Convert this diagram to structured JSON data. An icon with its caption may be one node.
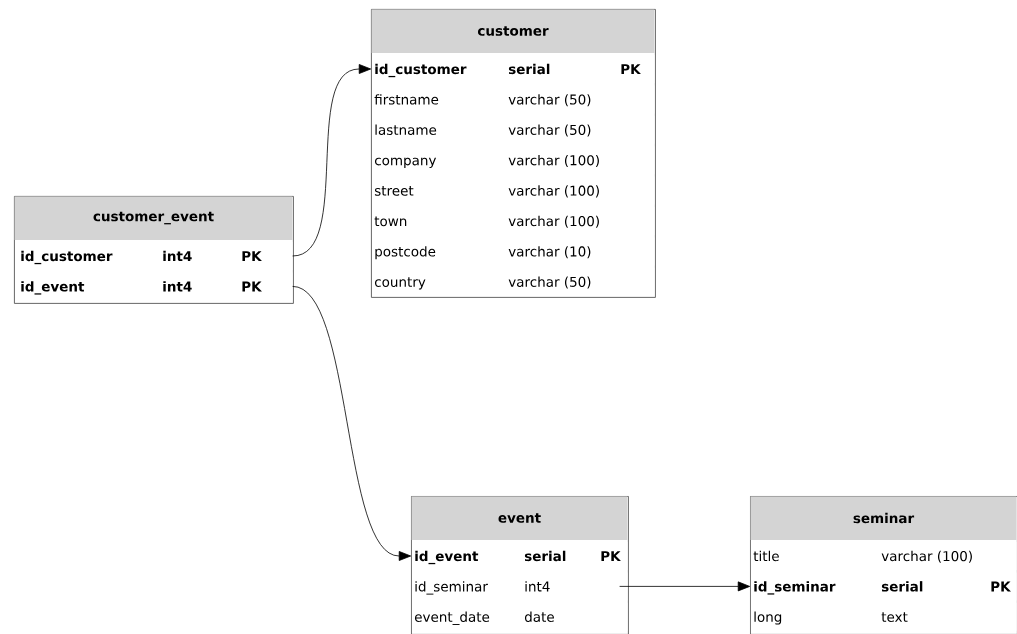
{
  "diagram": {
    "nodes": [
      {
        "text": [
          "customer"
        ]
      },
      {
        "text": [
          "id_customer",
          "serial",
          "PK"
        ],
        "in": 0
      },
      {
        "text": [
          "firstname",
          "varchar (50)"
        ],
        "in": 0
      },
      {
        "text": [
          "lastname",
          "varchar (50)"
        ],
        "in": 0
      },
      {
        "text": [
          "company",
          "varchar (100)"
        ],
        "in": 0
      },
      {
        "text": [
          "street",
          "varchar (100)"
        ],
        "in": 0
      },
      {
        "text": [
          "town",
          "varchar (100)"
        ],
        "in": 0
      },
      {
        "text": [
          "postcode",
          "varchar (10)"
        ],
        "in": 0
      },
      {
        "text": [
          "country",
          "varchar (50)"
        ],
        "in": 0
      },
      {
        "text": [
          "customer_event"
        ]
      },
      {
        "text": [
          "id_customer",
          "int4",
          "PK"
        ],
        "in": 9
      },
      {
        "text": [
          "id_event",
          "int4",
          "PK"
        ],
        "in": 9
      },
      {
        "text": [
          "event"
        ]
      },
      {
        "text": [
          "id_event",
          "serial",
          "PK"
        ],
        "in": 12
      },
      {
        "text": [
          "id_seminar",
          "int4"
        ],
        "in": 12
      },
      {
        "text": [
          "event_date",
          "date"
        ],
        "in": 12
      },
      {
        "text": [
          "seminar"
        ]
      },
      {
        "text": [
          "title",
          "varchar (100)"
        ],
        "in": 16
      },
      {
        "text": [
          "id_seminar",
          "serial",
          "PK"
        ],
        "in": 16
      },
      {
        "text": [
          "long",
          "text"
        ],
        "in": 16
      }
    ],
    "edges": [
      {
        "from": 10,
        "to": 1,
        "arrow": "to"
      },
      {
        "from": 11,
        "to": 13,
        "arrow": "to"
      },
      {
        "from": 14,
        "to": 18,
        "arrow": "to"
      }
    ]
  }
}
